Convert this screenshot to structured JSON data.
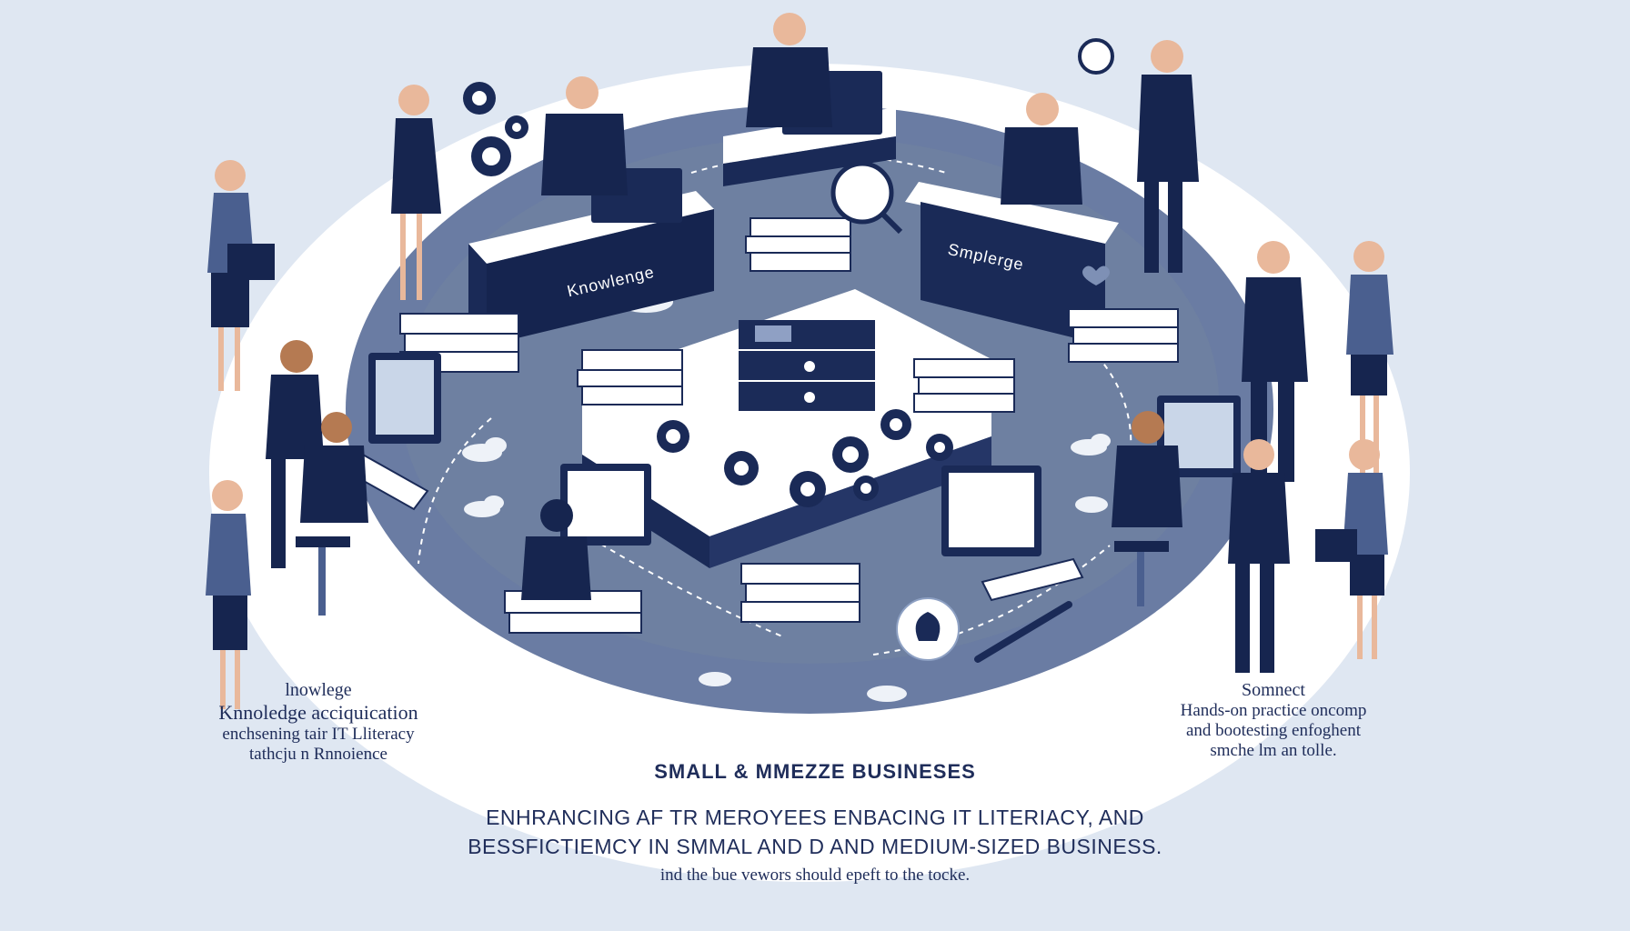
{
  "palette": {
    "navy": "#16254f",
    "mid_blue": "#4a5f8f",
    "platform": "#67799f",
    "light_blue": "#c9d6e8",
    "background": "#dfe7f2",
    "white": "#ffffff",
    "skin": "#e9b89b",
    "hair_brown": "#b86b35"
  },
  "desks": {
    "left_label": "Knowlenge",
    "right_label": "Smplerge"
  },
  "left_caption": {
    "heading": "lnowlege",
    "subheading": "Knnoledge acciquication",
    "line1": "enchsening tair IT Lliteracy",
    "line2": "tathcju n Rnnoience"
  },
  "right_caption": {
    "heading": "Somnect",
    "line1": "Hands-on practice oncomp",
    "line2": "and bootesting enfoghent",
    "line3": "smche lm an tolle."
  },
  "center_title": "SMALL & MMEZZE BUSINESES",
  "bottom_text": {
    "line1": "ENHRANCING AF TR MEROYEES ENBACING IT LITERIACY, AND",
    "line2": "BESSFICTIEMCY  IN SMMAL AND D AND MEDIUM-SIZED BUSINESS.",
    "line3": "ind the bue vewors should epeft to the tocke."
  },
  "icons": [
    "gear-icon",
    "magnifier-icon",
    "lightbulb-icon",
    "cloud-icon",
    "briefcase-icon",
    "heart-icon",
    "server-rack-icon",
    "document-stack-icon"
  ]
}
